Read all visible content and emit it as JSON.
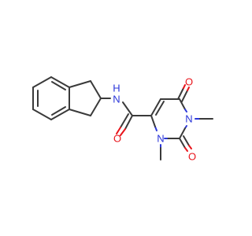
{
  "colors": {
    "carbon_bond": "#3a3a3a",
    "nitrogen": "#2a35d9",
    "oxygen": "#e8141b",
    "background": "#ffffff"
  },
  "atoms": {
    "amide_n": "N",
    "amide_h": "H",
    "amide_o": "O",
    "ring_n1": "N",
    "ring_n3": "N",
    "ring_o2": "O",
    "ring_o6": "O"
  }
}
